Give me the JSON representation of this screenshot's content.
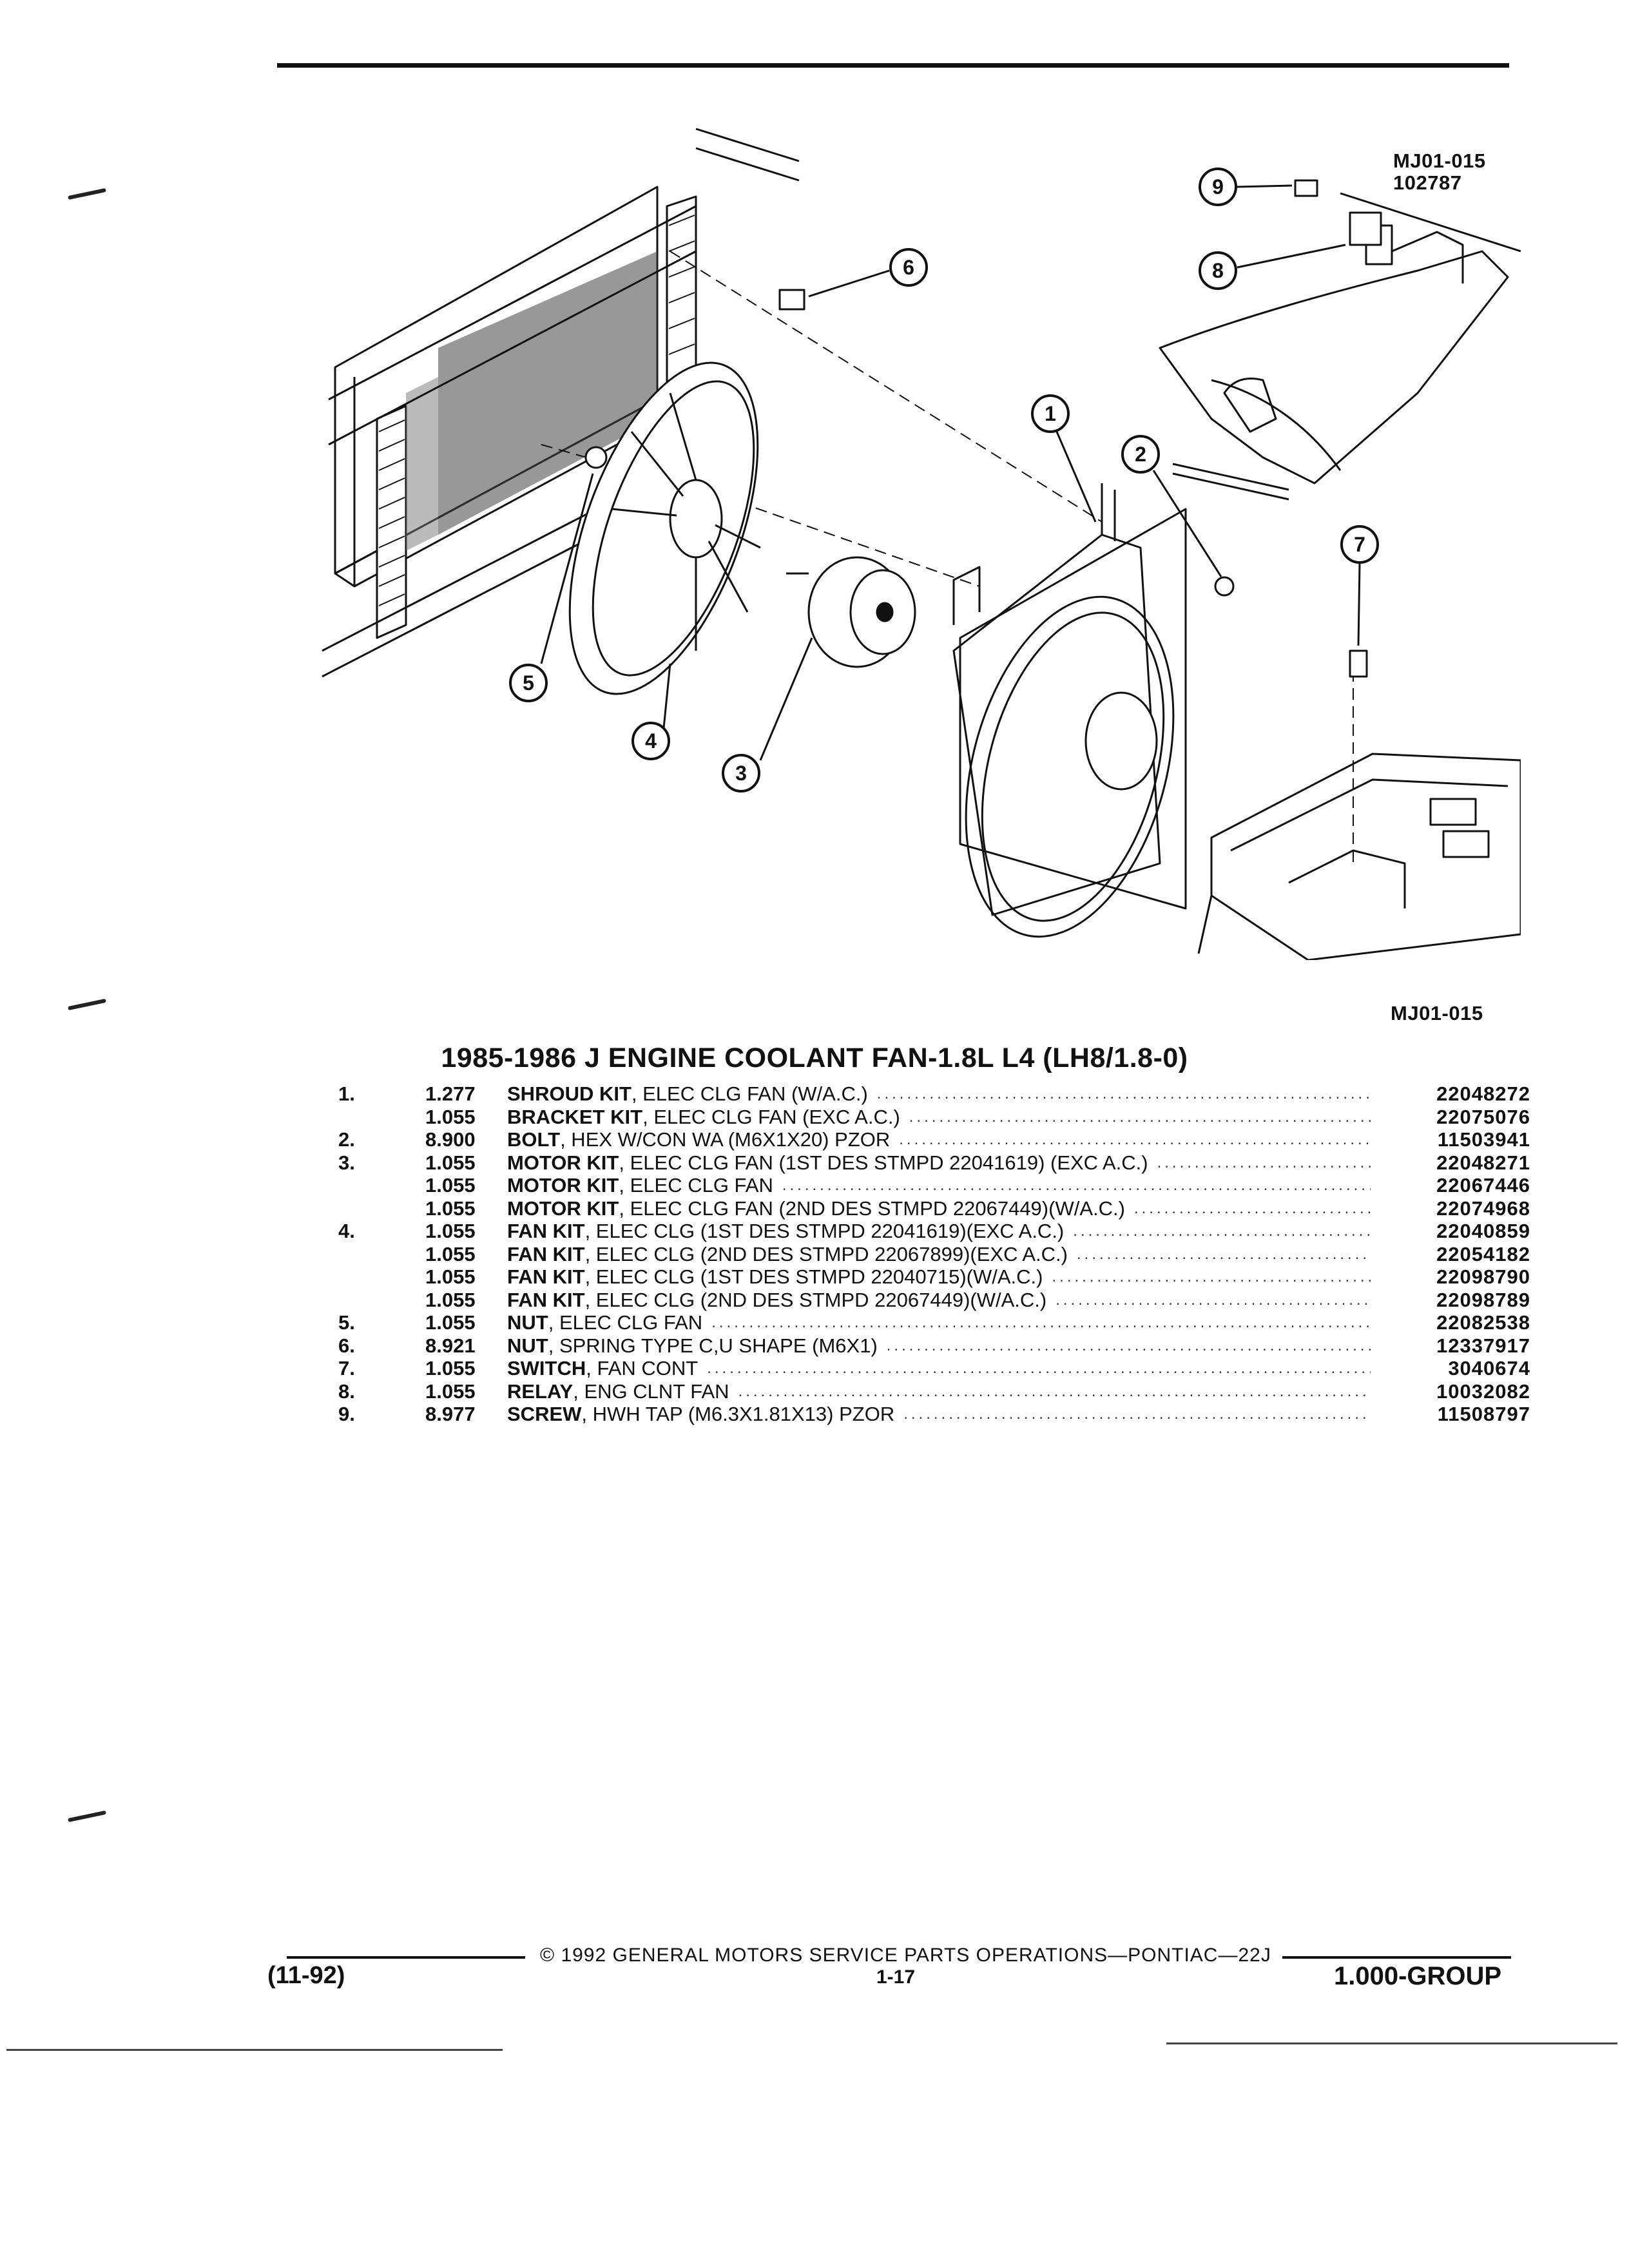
{
  "diagram": {
    "code_primary": "MJ01-015",
    "code_secondary": "102787",
    "code_caption": "MJ01-015",
    "callouts": [
      "1",
      "2",
      "3",
      "4",
      "5",
      "6",
      "7",
      "8",
      "9"
    ]
  },
  "catalog": {
    "title": "1985-1986 J ENGINE COOLANT FAN-1.8L L4 (LH8/1.8-0)",
    "parts": [
      {
        "ref": "1.",
        "group": "1.277",
        "name": "SHROUD KIT",
        "desc": ", ELEC CLG FAN (W/A.C.)",
        "part_number": "22048272"
      },
      {
        "ref": "",
        "group": "1.055",
        "name": "BRACKET KIT",
        "desc": ", ELEC CLG FAN (EXC A.C.)",
        "part_number": "22075076"
      },
      {
        "ref": "2.",
        "group": "8.900",
        "name": "BOLT",
        "desc": ", HEX W/CON WA (M6X1X20) PZOR",
        "part_number": "11503941"
      },
      {
        "ref": "3.",
        "group": "1.055",
        "name": "MOTOR KIT",
        "desc": ", ELEC CLG FAN (1ST DES STMPD 22041619) (EXC A.C.)",
        "part_number": "22048271"
      },
      {
        "ref": "",
        "group": "1.055",
        "name": "MOTOR KIT",
        "desc": ", ELEC CLG FAN",
        "part_number": "22067446"
      },
      {
        "ref": "",
        "group": "1.055",
        "name": "MOTOR KIT",
        "desc": ", ELEC CLG FAN (2ND DES STMPD 22067449)(W/A.C.)",
        "part_number": "22074968"
      },
      {
        "ref": "4.",
        "group": "1.055",
        "name": "FAN KIT",
        "desc": ", ELEC CLG (1ST DES STMPD 22041619)(EXC A.C.)",
        "part_number": "22040859"
      },
      {
        "ref": "",
        "group": "1.055",
        "name": "FAN KIT",
        "desc": ", ELEC CLG (2ND DES STMPD 22067899)(EXC A.C.)",
        "part_number": "22054182"
      },
      {
        "ref": "",
        "group": "1.055",
        "name": "FAN KIT",
        "desc": ", ELEC CLG (1ST DES STMPD 22040715)(W/A.C.)",
        "part_number": "22098790"
      },
      {
        "ref": "",
        "group": "1.055",
        "name": "FAN KIT",
        "desc": ", ELEC CLG (2ND DES STMPD 22067449)(W/A.C.)",
        "part_number": "22098789"
      },
      {
        "ref": "5.",
        "group": "1.055",
        "name": "NUT",
        "desc": ", ELEC CLG FAN",
        "part_number": "22082538"
      },
      {
        "ref": "6.",
        "group": "8.921",
        "name": "NUT",
        "desc": ", SPRING TYPE C,U SHAPE (M6X1)",
        "part_number": "12337917"
      },
      {
        "ref": "7.",
        "group": "1.055",
        "name": "SWITCH",
        "desc": ", FAN CONT",
        "part_number": "3040674"
      },
      {
        "ref": "8.",
        "group": "1.055",
        "name": "RELAY",
        "desc": ", ENG CLNT FAN",
        "part_number": "10032082"
      },
      {
        "ref": "9.",
        "group": "8.977",
        "name": "SCREW",
        "desc": ", HWH TAP (M6.3X1.81X13) PZOR",
        "part_number": "11508797"
      }
    ]
  },
  "footer": {
    "copyright": "© 1992 GENERAL MOTORS SERVICE PARTS OPERATIONS—PONTIAC—22J",
    "date_code": "(11-92)",
    "page": "1-17",
    "group": "1.000-GROUP"
  },
  "colors": {
    "ink": "#111111",
    "paper": "#ffffff"
  }
}
